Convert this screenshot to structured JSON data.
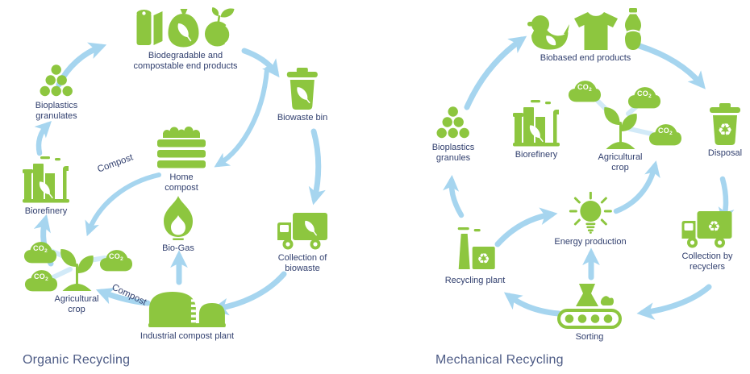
{
  "colors": {
    "green": "#8DC63F",
    "arrow": "#A6D5EF",
    "ray": "#D2EAF8",
    "navy": "#32406F",
    "title": "#4E5C86"
  },
  "co2": {
    "co": "CO",
    "sub": "2"
  },
  "organic": {
    "title": "Organic Recycling",
    "arrow_labels": {
      "compost_upper": "Compost",
      "compost_lower": "Compost"
    },
    "nodes": {
      "end_products": {
        "label1": "Biodegradable and",
        "label2": "compostable end products",
        "icons": [
          "film-roll-icon",
          "waste-bag-leaf-icon",
          "apple-sprout-icon"
        ]
      },
      "biowaste_bin": {
        "label": "Biowaste bin",
        "icon": "bin-leaf-icon"
      },
      "collection": {
        "label1": "Collection of",
        "label2": "biowaste",
        "icon": "truck-leaf-icon"
      },
      "industrial_compost": {
        "label": "Industrial compost plant",
        "icon": "compost-domes-icon"
      },
      "bio_gas": {
        "label": "Bio-Gas",
        "icon": "flame-icon"
      },
      "home_compost": {
        "label1": "Home",
        "label2": "compost",
        "icon": "compost-heap-icon"
      },
      "agricultural_crop": {
        "label1": "Agricultural",
        "label2": "crop",
        "icon": "seedling-icon"
      },
      "biorefinery": {
        "label": "Biorefinery",
        "icon": "factory-leaf-icon"
      },
      "granulates": {
        "label1": "Bioplastics",
        "label2": "granulates",
        "icon": "granules-pyramid-icon"
      }
    }
  },
  "mechanical": {
    "title": "Mechanical Recycling",
    "nodes": {
      "end_products": {
        "label": "Biobased end products",
        "icons": [
          "duck-leaf-icon",
          "tshirt-icon",
          "bottle-icon"
        ]
      },
      "disposal": {
        "label": "Disposal",
        "icon": "bin-recycle-icon"
      },
      "collection": {
        "label1": "Collection by",
        "label2": "recyclers",
        "icon": "truck-recycle-icon"
      },
      "sorting": {
        "label": "Sorting",
        "icon": "conveyor-sorting-icon"
      },
      "recycling_plant": {
        "label": "Recycling plant",
        "icon": "plant-recycle-icon"
      },
      "energy": {
        "label": "Energy production",
        "icon": "bulb-rays-icon"
      },
      "agricultural_crop": {
        "label1": "Agricultural",
        "label2": "crop",
        "icon": "seedling-icon"
      },
      "biorefinery": {
        "label": "Biorefinery",
        "icon": "factory-leaf-icon"
      },
      "granules": {
        "label1": "Bioplastics",
        "label2": "granules",
        "icon": "granules-pyramid-icon"
      }
    }
  }
}
